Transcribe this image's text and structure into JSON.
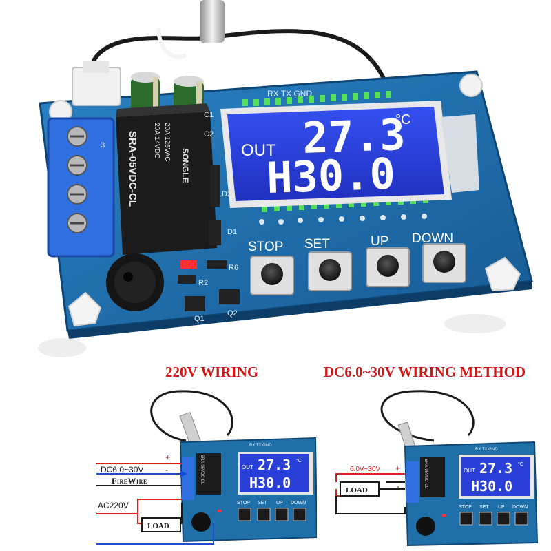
{
  "main_board": {
    "header_pins": "RX TX GND",
    "lcd": {
      "out": "OUT",
      "temp": "27.3",
      "unit": "°C",
      "setpoint": "H30.0"
    },
    "relay": {
      "model": "SRA-05VDC-CL",
      "brand": "SONGLE",
      "rating_1": "20A 14VDC",
      "rating_2": "20A 125VAC"
    },
    "buttons": [
      "STOP",
      "SET",
      "UP",
      "DOWN"
    ],
    "silk": {
      "c1": "C1",
      "c2": "C2",
      "d1": "D1",
      "d2": "D2",
      "r2": "R2",
      "r6": "R6",
      "q1": "Q1",
      "q2": "Q2",
      "j3": "3"
    }
  },
  "left_diagram": {
    "title": "220V WIRING",
    "dc_label": "DC6.0~30V",
    "plus": "+",
    "minus": "-",
    "firewire": "FireWire",
    "ac_label": "AC220V",
    "load": "LOAD",
    "lcd": {
      "out": "OUT",
      "temp": "27.3",
      "unit": "°C",
      "setpoint": "H30.0"
    },
    "header_pins": "RX TX GND",
    "buttons": [
      "STOP",
      "SET",
      "UP",
      "DOWN"
    ],
    "relay": "SRA-05VDC-CL"
  },
  "right_diagram": {
    "title": "DC6.0~30V WIRING METHOD",
    "dc_label": "6.0V~30V",
    "plus": "+",
    "minus": "-",
    "load": "LOAD",
    "lcd": {
      "out": "OUT",
      "temp": "27.3",
      "unit": "°C",
      "setpoint": "H30.0"
    },
    "header_pins": "RX TX GND",
    "buttons": [
      "STOP",
      "SET",
      "UP",
      "DOWN"
    ],
    "relay": "SRA-05VDC-CL"
  },
  "colors": {
    "pcb": "#1f6fa8",
    "pcb_dark": "#144f7e",
    "lcd": "#2a3fd8",
    "lcd_text": "#ffffff",
    "title_red": "#d01818",
    "wire_red": "#e02020",
    "wire_blue": "#1a4fd0"
  }
}
